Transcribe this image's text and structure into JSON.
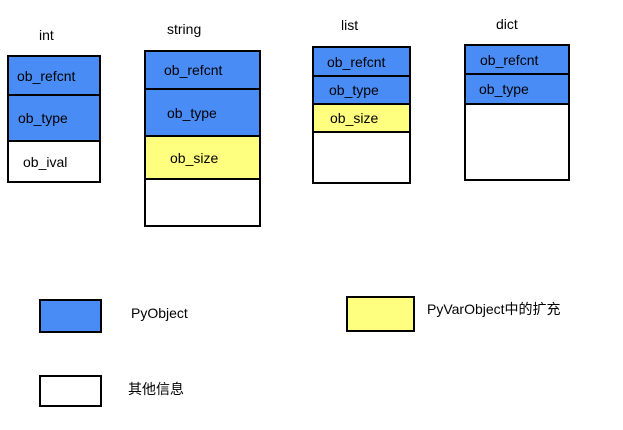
{
  "colors": {
    "pyobject": "#4A8CF6",
    "pyvarobject_ext": "#FFFF7F",
    "other": "#FFFFFF"
  },
  "structs": {
    "int": {
      "title": "int",
      "fields": [
        "ob_refcnt",
        "ob_type",
        "ob_ival"
      ]
    },
    "string": {
      "title": "string",
      "fields": [
        "ob_refcnt",
        "ob_type",
        "ob_size"
      ]
    },
    "list": {
      "title": "list",
      "fields": [
        "ob_refcnt",
        "ob_type",
        "ob_size"
      ]
    },
    "dict": {
      "title": "dict",
      "fields": [
        "ob_refcnt",
        "ob_type"
      ]
    }
  },
  "legend": {
    "pyobject": "PyObject",
    "pyvarobject_ext": "PyVarObject中的扩充",
    "other": "其他信息"
  }
}
